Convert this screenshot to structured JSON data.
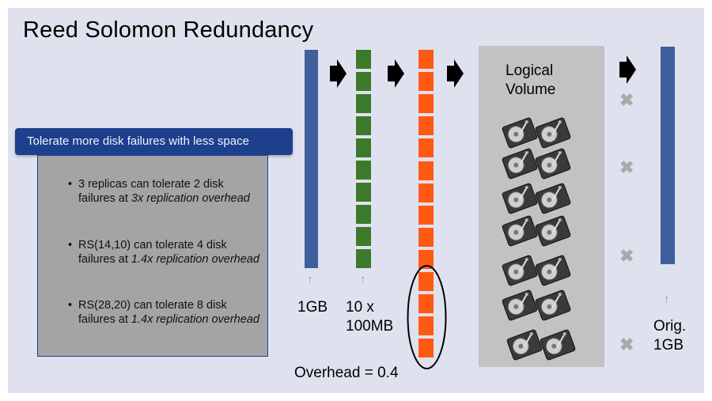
{
  "title": "Reed Solomon Redundancy",
  "callout": {
    "header": "Tolerate more disk failures with less space",
    "bullets": [
      {
        "text": "3 replicas can tolerate 2 disk failures at ",
        "emph": "3x replication overhead"
      },
      {
        "text": "RS(14,10) can tolerate 4 disk failures at ",
        "emph": "1.4x replication overhead"
      },
      {
        "text": "RS(28,20) can tolerate 8 disk failures at ",
        "emph": "1.4x replication overhead"
      }
    ]
  },
  "labels": {
    "one_gb": "1GB",
    "ten_x": "10 x",
    "hundred_mb": "100MB",
    "overhead": "Overhead = 0.4",
    "logical_line1": "Logical",
    "logical_line2": "Volume",
    "orig_line1": "Orig.",
    "orig_line2": "1GB"
  },
  "colors": {
    "original_bar": "#3e5e9c",
    "data_blocks": "#3b7a2b",
    "parity_blocks": "#ff5a14",
    "arrow": "#000000"
  },
  "icons": [
    "right-arrow-icon",
    "up-arrow-icon",
    "x-mark-icon",
    "hard-disk-icon"
  ]
}
